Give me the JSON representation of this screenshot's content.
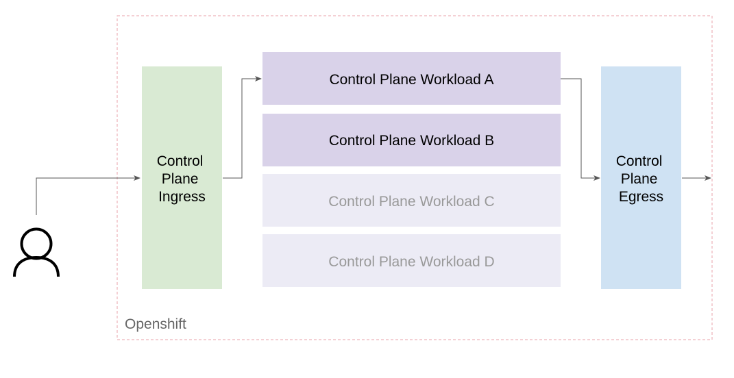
{
  "colors": {
    "boundary": "#e8a0a8",
    "boundary_label": "#666666",
    "ingress_fill": "#d9ead3",
    "egress_fill": "#cfe2f3",
    "workload_active_fill": "#d9d2e9",
    "workload_inactive_fill": "#ecebf5",
    "text_active": "#000000",
    "text_inactive": "#999999",
    "connector": "#555555",
    "user_icon": "#000000"
  },
  "boundary": {
    "label": "Openshift"
  },
  "ingress": {
    "lines": [
      "Control",
      "Plane",
      "Ingress"
    ]
  },
  "egress": {
    "lines": [
      "Control",
      "Plane",
      "Egress"
    ]
  },
  "workloads": [
    {
      "label": "Control Plane Workload A",
      "state": "active"
    },
    {
      "label": "Control Plane Workload B",
      "state": "active"
    },
    {
      "label": "Control Plane Workload C",
      "state": "inactive"
    },
    {
      "label": "Control Plane Workload D",
      "state": "inactive"
    }
  ],
  "user": {
    "icon": "user-icon"
  }
}
